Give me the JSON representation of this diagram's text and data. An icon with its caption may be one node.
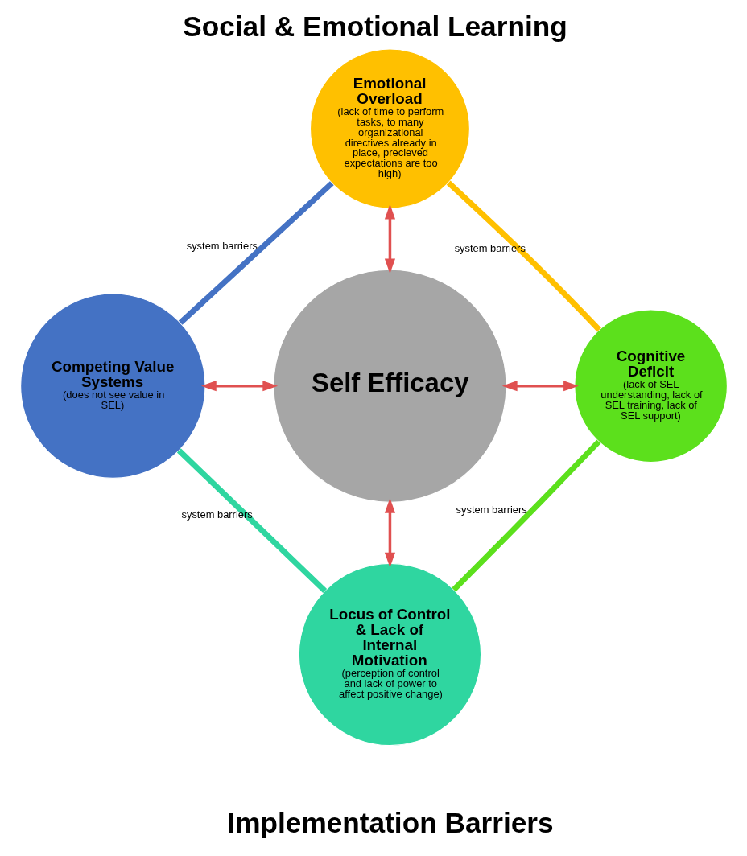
{
  "diagram": {
    "title": "Social & Emotional Learning",
    "caption": "Implementation Barriers",
    "nodes": [
      {
        "text": [
          "Emotional Overload",
          "(lack of time to perform tasks, to many organizational directives already in place, precieved expectations are too high)"
        ]
      },
      {
        "text": [
          "Competing Value Systems",
          "(does not see value in SEL)"
        ]
      },
      {
        "text": [
          "Self Efficacy"
        ]
      },
      {
        "text": [
          "Cognitive Deficit",
          "(lack of SEL understanding, lack of SEL training, lack of SEL support)"
        ]
      },
      {
        "text": [
          "Locus of Control & Lack of Internal Motivation",
          "(perception of control and lack of power to affect positive change)"
        ]
      }
    ],
    "edges": [
      {
        "from": 0,
        "to": 1,
        "arrow": "none",
        "label": "system barriers",
        "style": "thick",
        "color": "#4472c4"
      },
      {
        "from": 0,
        "to": 2,
        "arrow": "both",
        "color": "#e05050"
      },
      {
        "from": 0,
        "to": 3,
        "arrow": "none",
        "label": "system barriers",
        "style": "thick",
        "color": "#ffc000"
      },
      {
        "from": 1,
        "to": 2,
        "arrow": "both",
        "color": "#e05050"
      },
      {
        "from": 1,
        "to": 4,
        "arrow": "none",
        "label": "system barriers",
        "style": "thick",
        "color": "#2fd6a0"
      },
      {
        "from": 2,
        "to": 3,
        "arrow": "both",
        "color": "#e05050"
      },
      {
        "from": 2,
        "to": 4,
        "arrow": "both",
        "color": "#e05050"
      },
      {
        "from": 3,
        "to": 4,
        "arrow": "none",
        "label": "system barriers",
        "style": "thick",
        "color": "#5ce01c"
      }
    ]
  }
}
